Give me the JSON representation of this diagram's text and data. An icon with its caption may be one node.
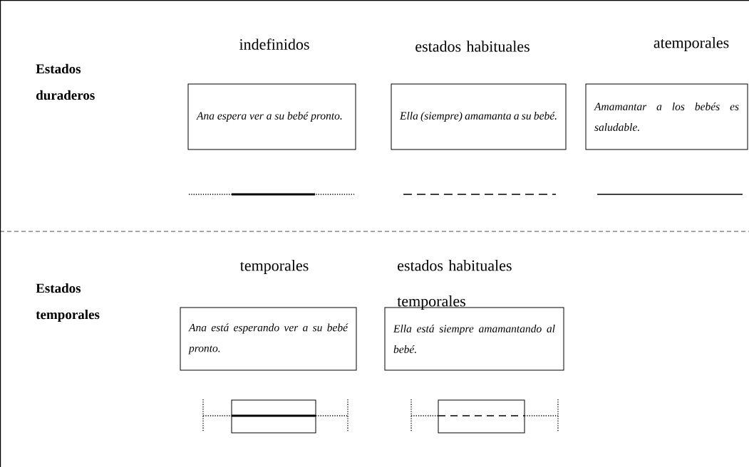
{
  "diagram": {
    "nodes": [
      {
        "text": [
          "indefinidos",
          "Ana espera ver a su bebé pronto."
        ]
      },
      {
        "text": [
          "estados habituales",
          "Ella (siempre) amamanta a su bebé."
        ]
      },
      {
        "text": [
          "atemporales",
          "Amamantar a los bebés es saludable."
        ]
      },
      {
        "text": [
          "temporales",
          "Ana está esperando ver a su bebé pronto."
        ]
      },
      {
        "text": [
          "estados habituales temporales",
          "Ella está siempre amamantando al bebé."
        ]
      }
    ],
    "labels": [
      "Estados duraderos",
      "Estados temporales"
    ]
  }
}
